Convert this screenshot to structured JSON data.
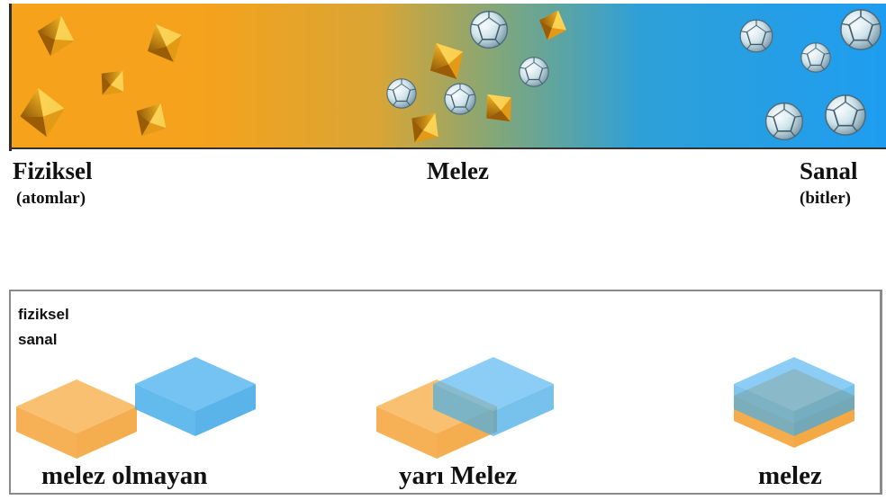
{
  "spectrum": {
    "left_label": "Fiziksel",
    "left_sub": "(atomlar)",
    "middle_label": "Melez",
    "right_label": "Sanal",
    "right_sub": "(bitler)",
    "colors": {
      "physical": "#f7a21b",
      "virtual": "#1e9df0"
    },
    "icons": {
      "physical": "gold-octahedron-icon",
      "virtual": "silver-icosahedron-icon"
    }
  },
  "legend": {
    "physical": "fiziksel",
    "virtual": "sanal"
  },
  "cases": [
    {
      "caption": "melez olmayan"
    },
    {
      "caption": "yarı Melez"
    },
    {
      "caption": "melez"
    }
  ]
}
